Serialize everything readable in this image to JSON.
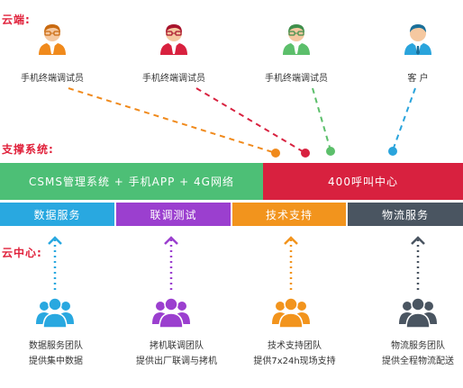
{
  "labels": {
    "cloud_end": "云端:",
    "support_system": "支撑系统:",
    "cloud_center": "云中心:"
  },
  "people": [
    {
      "caption": "手机终端调试员",
      "color": "#f08a1c"
    },
    {
      "caption": "手机终端调试员",
      "color": "#d8213f"
    },
    {
      "caption": "手机终端调试员",
      "color": "#5cbf6b"
    },
    {
      "caption": "客 户",
      "color": "#2aa4dc"
    }
  ],
  "support_bars": {
    "left": "CSMS管理系统 + 手机APP + 4G网络",
    "right": "400呼叫中心"
  },
  "services": [
    {
      "label": "数据服务",
      "color": "#29a8e0"
    },
    {
      "label": "联调测试",
      "color": "#9b3fcf"
    },
    {
      "label": "技术支持",
      "color": "#f2941d"
    },
    {
      "label": "物流服务",
      "color": "#4a5561"
    }
  ],
  "teams": [
    {
      "line1": "数据服务团队",
      "line2": "提供集中数据",
      "color": "#29a8e0"
    },
    {
      "line1": "拷机联调团队",
      "line2": "提供出厂联调与拷机",
      "color": "#9b3fcf"
    },
    {
      "line1": "技术支持团队",
      "line2": "提供7x24h现场支持",
      "color": "#f2941d"
    },
    {
      "line1": "物流服务团队",
      "line2": "提供全程物流配送",
      "color": "#4a5561"
    }
  ],
  "colors": {
    "green_bar": "#4dbf76",
    "red_bar": "#d8213f",
    "label_red": "#e0203a"
  }
}
